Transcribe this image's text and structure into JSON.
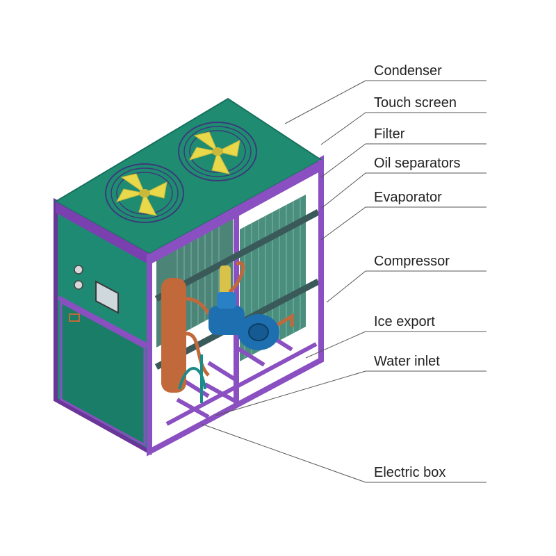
{
  "colors": {
    "frame": "#8a4fc0",
    "frame_dark": "#6a3598",
    "panel": "#1e8a73",
    "panel_dark": "#16705e",
    "top": "#1f8c72",
    "fan": "#e8d84a",
    "guard": "#3a3a7a",
    "coil": "#2b7a66",
    "copper": "#c1693a",
    "compressor": "#1d6fb0",
    "leader": "#555555"
  },
  "icons": [
    "fan-icon",
    "gauge-icon"
  ],
  "callouts": [
    {
      "id": "condenser",
      "label": "Condenser"
    },
    {
      "id": "touch-screen",
      "label": "Touch screen"
    },
    {
      "id": "filter",
      "label": "Filter"
    },
    {
      "id": "oil-separators",
      "label": "Oil separators"
    },
    {
      "id": "evaporator",
      "label": "Evaporator"
    },
    {
      "id": "compressor",
      "label": "Compressor"
    },
    {
      "id": "ice-export",
      "label": "Ice export"
    },
    {
      "id": "water-inlet",
      "label": "Water inlet"
    },
    {
      "id": "electric-box",
      "label": "Electric box"
    }
  ]
}
